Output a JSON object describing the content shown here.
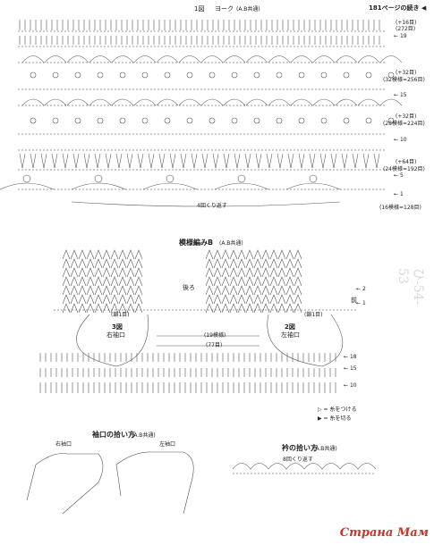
{
  "header": {
    "figure": "1図",
    "title": "ヨーク",
    "colors": "(A.B共通)",
    "page_note": "181ページの続き"
  },
  "yoke": {
    "right_labels": [
      "(+16目)",
      "(272目)",
      "(+32目)",
      "(32模様=256目)",
      "(+32目)",
      "(28模様=224目)",
      "(+64目)",
      "(24模様=192目)",
      "(16模様=128目)"
    ],
    "row_markers": [
      "19",
      "15",
      "10",
      "5",
      "1"
    ],
    "repeat_note": "4回くり返す"
  },
  "pattern_b": {
    "title": "模様編みB",
    "colors": "(A.B共通)",
    "back_label": "後ろ",
    "front_label": "前",
    "fig3": "3図",
    "fig3_sub": "右袖口",
    "fig2": "2図",
    "fig2_sub": "左袖口",
    "underarm_left": "(鎖1目)",
    "underarm_right": "(鎖1目)",
    "count_19": "(19模様)",
    "count_77": "(77目)",
    "row_markers": [
      "2",
      "1",
      "18",
      "15",
      "10"
    ],
    "legend_attach": "= 糸をつける",
    "legend_cut": "= 糸を切る"
  },
  "cuff": {
    "title": "袖口の拾い方",
    "colors": "(A.B共通)",
    "right_label": "右袖口",
    "left_label": "左袖口"
  },
  "collar": {
    "title": "衿の拾い方",
    "colors": "(A.B共通)",
    "repeat_note": "8回くり返す"
  },
  "side_text": "ひ-54-53",
  "watermark": "Страна Мам",
  "colors": {
    "line": "#555555",
    "accent_red": "#c0392b"
  }
}
